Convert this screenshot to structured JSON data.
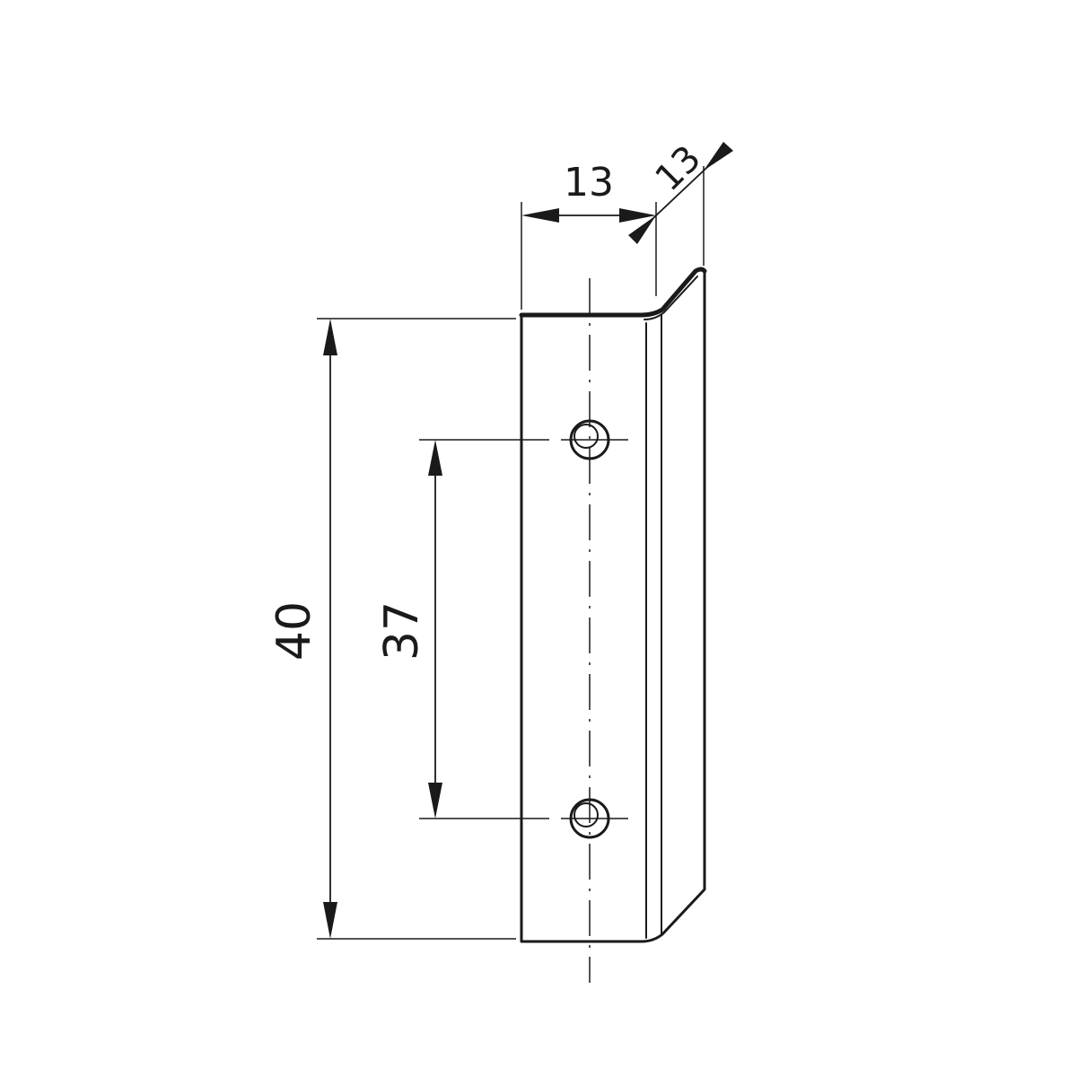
{
  "drawing": {
    "dimensions": {
      "total_height": "40",
      "hole_spacing": "37",
      "front_width": "13",
      "side_depth": "13"
    },
    "colors": {
      "line": "#1a1a1a",
      "background": "#ffffff"
    }
  }
}
